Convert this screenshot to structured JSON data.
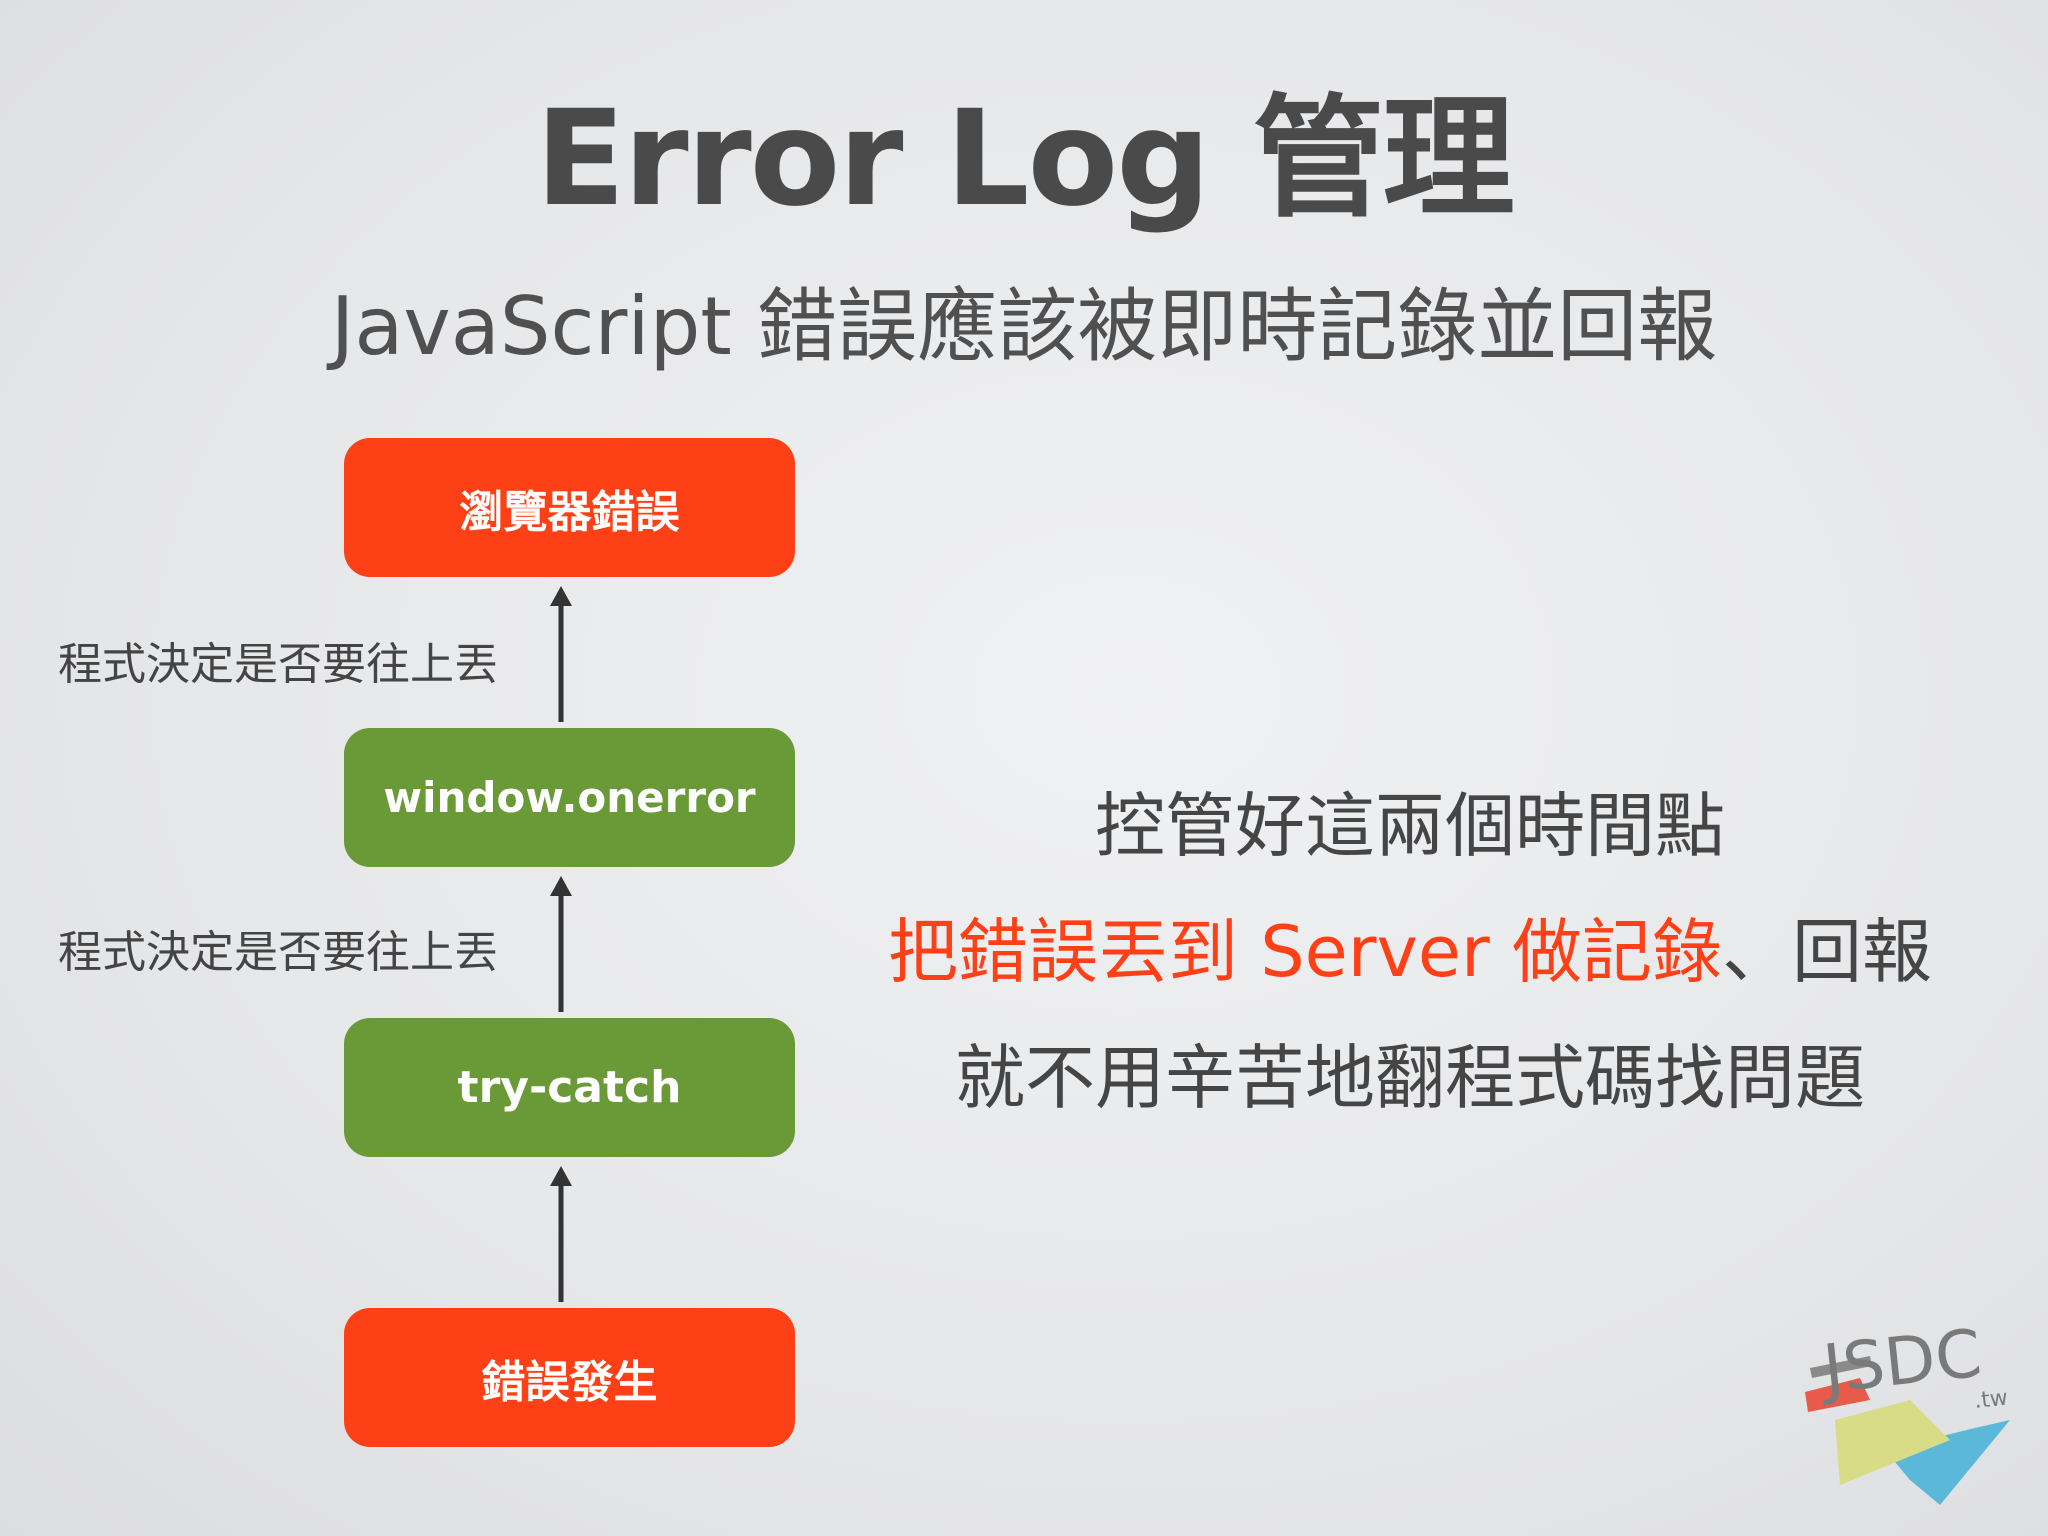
{
  "title": "Error Log 管理",
  "subtitle": "JavaScript 錯誤應該被即時記錄並回報",
  "flow": {
    "top_box": "瀏覽器錯誤",
    "onerror_box": "window.onerror",
    "trycatch_box": "try-catch",
    "bottom_box": "錯誤發生",
    "label_upper": "程式決定是否要往上丟",
    "label_lower": "程式決定是否要往上丟"
  },
  "notes": {
    "line1": "控管好這兩個時間點",
    "line2_highlight": "把錯誤丟到 Server 做記錄",
    "line2_rest": "、回報",
    "line3": "就不用辛苦地翻程式碼找問題"
  },
  "logo": {
    "text": "JSDC",
    "suffix": ".tw"
  },
  "colors": {
    "red": "#fe4016",
    "green": "#6a9a38",
    "text": "#454545"
  }
}
